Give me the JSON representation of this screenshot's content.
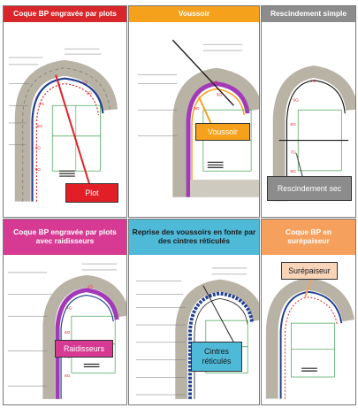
{
  "panels": [
    {
      "id": "p1",
      "title": "Coque BP engravée par plots",
      "header_color": "#d9262a",
      "header_text_dark": false,
      "callout": "Plot",
      "callout_color": "#e21f26",
      "callout_text_color": "#ffffff"
    },
    {
      "id": "p2",
      "title": "Voussoir",
      "header_color": "#f5a11c",
      "header_text_dark": false,
      "callout": "Voussoir",
      "callout_color": "#f5a11c",
      "callout_text_color": "#ffffff"
    },
    {
      "id": "p3",
      "title": "Rescindement simple",
      "header_color": "#8c8c8c",
      "header_text_dark": false,
      "callout": "Rescindement sec",
      "callout_color": "#8c8c8c",
      "callout_text_color": "#ffffff"
    },
    {
      "id": "p4",
      "title": "Coque BP engravée par plots avec raidisseurs",
      "header_color": "#d63a93",
      "header_text_dark": false,
      "callout": "Raidisseurs",
      "callout_color": "#d63a93",
      "callout_text_color": "#ffffff"
    },
    {
      "id": "p5",
      "title": "Reprise des voussoirs en fonte par des cintres réticulés",
      "header_color": "#4fb9d8",
      "header_text_dark": true,
      "callout": "Cintres\nréticulés",
      "callout_color": "#4fb9d8",
      "callout_text_color": "#1a1a1a"
    },
    {
      "id": "p6",
      "title": "Coque BP en surépaiseur",
      "header_color": "#f5a05c",
      "header_text_dark": false,
      "callout": "Surépaiseur",
      "callout_color": "#f8d5b8",
      "callout_text_color": "#1a1a1a"
    }
  ],
  "legend_colors": {
    "stone": "#b9b3a6",
    "lining_blue": "#1f3f8f",
    "lining_purple": "#a23ab8",
    "guide_green": "#3aa04a"
  }
}
